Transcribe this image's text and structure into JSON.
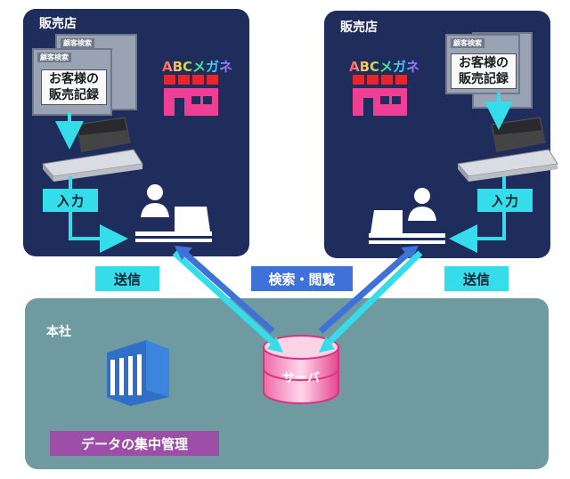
{
  "stores": [
    {
      "title": "販売店",
      "sheet_tag": "顧客検索",
      "sheet_text_line1": "お客様の",
      "sheet_text_line2": "販売記録",
      "brand": "ABCメガネ",
      "input_label": "入力"
    },
    {
      "title": "販売店",
      "sheet_tag": "顧客検索",
      "sheet_text_line1": "お客様の",
      "sheet_text_line2": "販売記録",
      "brand": "ABCメガネ",
      "input_label": "入力"
    }
  ],
  "flows": {
    "send_left": "送信",
    "send_right": "送信",
    "search_view": "検索・閲覧"
  },
  "hq": {
    "title": "本社",
    "server_label": "サーバ",
    "central_label": "データの集中管理"
  },
  "colors": {
    "store_bg": "#1f2d5c",
    "hq_bg": "#6f9aa0",
    "cyan": "#35dcea",
    "blue": "#3f72d8",
    "purple": "#9b4fa6",
    "pink": "#ee3f95",
    "red": "#e8252f"
  }
}
